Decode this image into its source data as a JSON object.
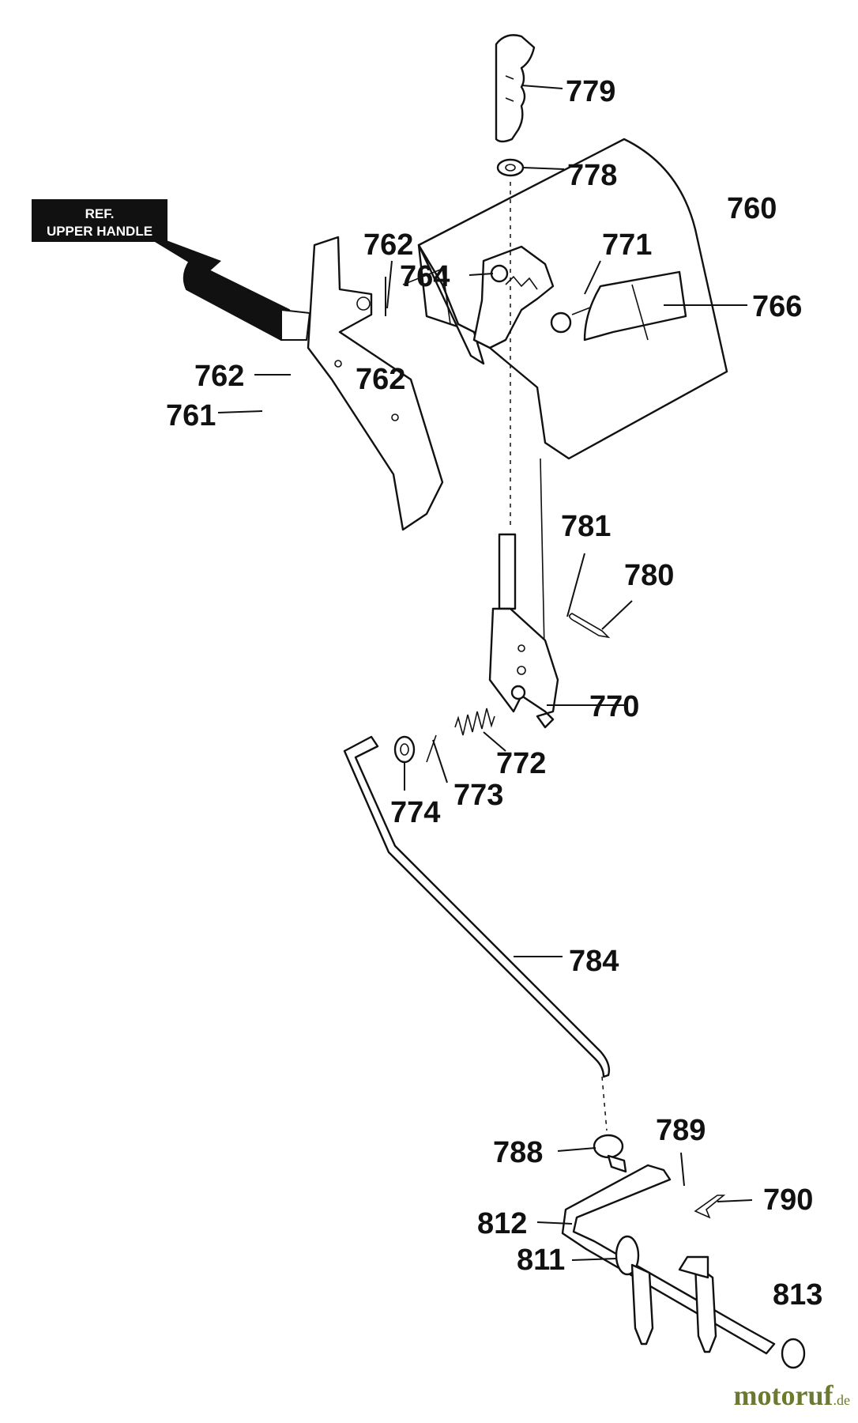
{
  "reference_box": {
    "line1": "REF.",
    "line2": "UPPER HANDLE"
  },
  "labels": {
    "p760": "760",
    "p761": "761",
    "p762a": "762",
    "p762b": "762",
    "p762c": "762",
    "p764": "764",
    "p766": "766",
    "p770": "770",
    "p771": "771",
    "p772": "772",
    "p773": "773",
    "p774": "774",
    "p778": "778",
    "p779": "779",
    "p780": "780",
    "p781": "781",
    "p784": "784",
    "p788": "788",
    "p789": "789",
    "p790": "790",
    "p811": "811",
    "p812": "812",
    "p813": "813"
  },
  "watermark": {
    "main": "motoruf",
    "suffix": ".de"
  }
}
